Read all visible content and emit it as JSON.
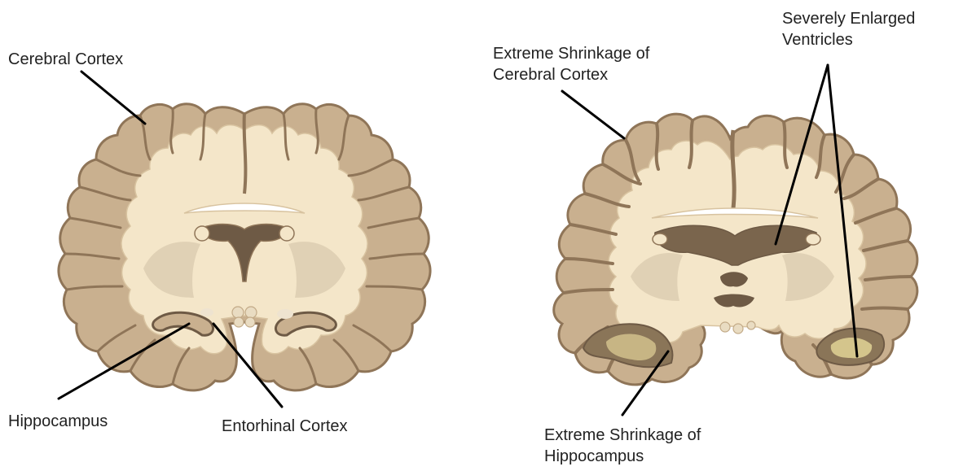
{
  "colors": {
    "cortex_outline": "#8f7558",
    "grey_matter": "#c9b08f",
    "white_matter": "#f4e6c9",
    "ventricle_dark": "#6e5a45",
    "leader_line": "#000000",
    "background": "#ffffff"
  },
  "healthy_brain": {
    "labels": {
      "cerebral_cortex": "Cerebral Cortex",
      "hippocampus": "Hippocampus",
      "entorhinal_cortex": "Entorhinal Cortex"
    }
  },
  "alzheimers_brain": {
    "labels": {
      "cortex_shrinkage_line1": "Extreme Shrinkage of",
      "cortex_shrinkage_line2": "Cerebral Cortex",
      "ventricles_line1": "Severely Enlarged",
      "ventricles_line2": "Ventricles",
      "hippocampus_shrinkage_line1": "Extreme Shrinkage of",
      "hippocampus_shrinkage_line2": "Hippocampus"
    }
  }
}
